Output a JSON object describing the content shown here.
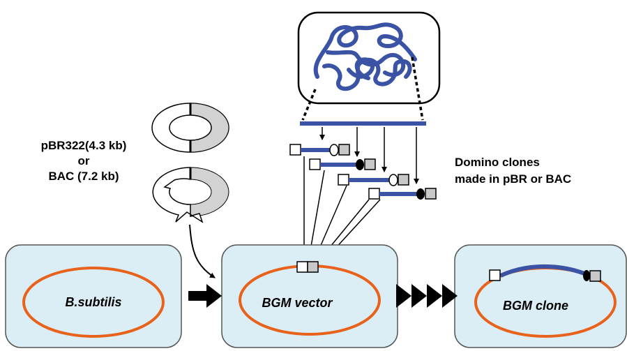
{
  "colors": {
    "box_fill": "#dbeef5",
    "box_stroke": "#555555",
    "ring_orange": "#e8621c",
    "dna_blue": "#3a53a4",
    "marker_gray": "#c8c8c8",
    "plasmid_gray": "#d2d2d2"
  },
  "labels": {
    "vector_line1": "pBR322(4.3 kb)",
    "vector_line2": "or",
    "vector_line3": "BAC (7.2 kb)",
    "domino_line1": "Domino clones",
    "domino_line2": "made in pBR or BAC"
  },
  "boxes": [
    {
      "id": "host",
      "label": "B.subtilis"
    },
    {
      "id": "vector",
      "label": "BGM vector"
    },
    {
      "id": "clone",
      "label": "BGM clone"
    }
  ],
  "icons": {
    "genome": "tangled-dna-icon",
    "plasmid": "circular-plasmid-icon",
    "progression": "chevron-arrows-icon"
  }
}
